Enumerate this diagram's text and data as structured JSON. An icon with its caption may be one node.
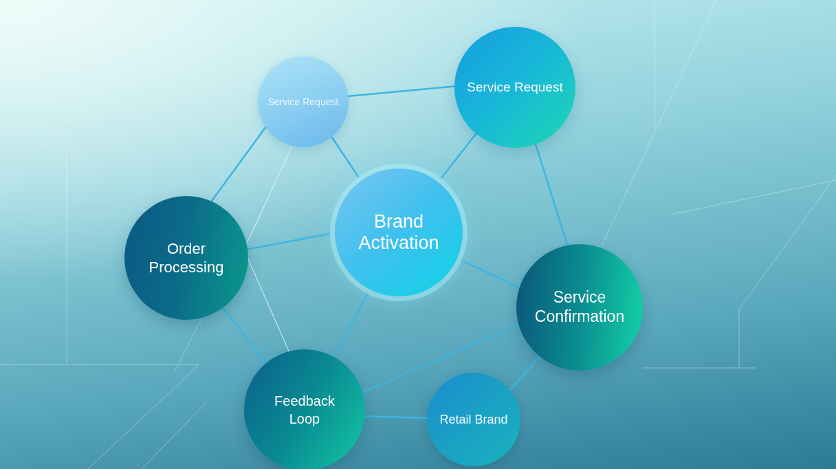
{
  "diagram": {
    "nodes": [
      {
        "text": [
          "Service Request"
        ]
      },
      {
        "text": [
          "Service Request"
        ]
      },
      {
        "text": [
          "Brand Activation"
        ]
      },
      {
        "text": [
          "Order Processing"
        ]
      },
      {
        "text": [
          "Service Confirmation"
        ]
      },
      {
        "text": [
          "Feedback Loop"
        ]
      },
      {
        "text": [
          "Retail Brand"
        ]
      }
    ],
    "edges": [
      {
        "from": 0,
        "to": 1,
        "arrow": "none"
      },
      {
        "from": 0,
        "to": 3,
        "arrow": "none"
      },
      {
        "from": 0,
        "to": 2,
        "arrow": "none"
      },
      {
        "from": 1,
        "to": 2,
        "arrow": "none"
      },
      {
        "from": 1,
        "to": 4,
        "arrow": "none"
      },
      {
        "from": 3,
        "to": 2,
        "arrow": "none"
      },
      {
        "from": 2,
        "to": 4,
        "arrow": "none"
      },
      {
        "from": 2,
        "to": 5,
        "arrow": "none"
      },
      {
        "from": 3,
        "to": 5,
        "arrow": "none"
      },
      {
        "from": 4,
        "to": 5,
        "arrow": "none"
      },
      {
        "from": 4,
        "to": 6,
        "arrow": "none"
      },
      {
        "from": 5,
        "to": 6,
        "arrow": "none"
      },
      {
        "from": 0,
        "to": 3,
        "arrow": "none",
        "color": "#e4f6f8"
      },
      {
        "from": 3,
        "to": 5,
        "arrow": "none",
        "color": "#e4f6f8"
      }
    ]
  }
}
